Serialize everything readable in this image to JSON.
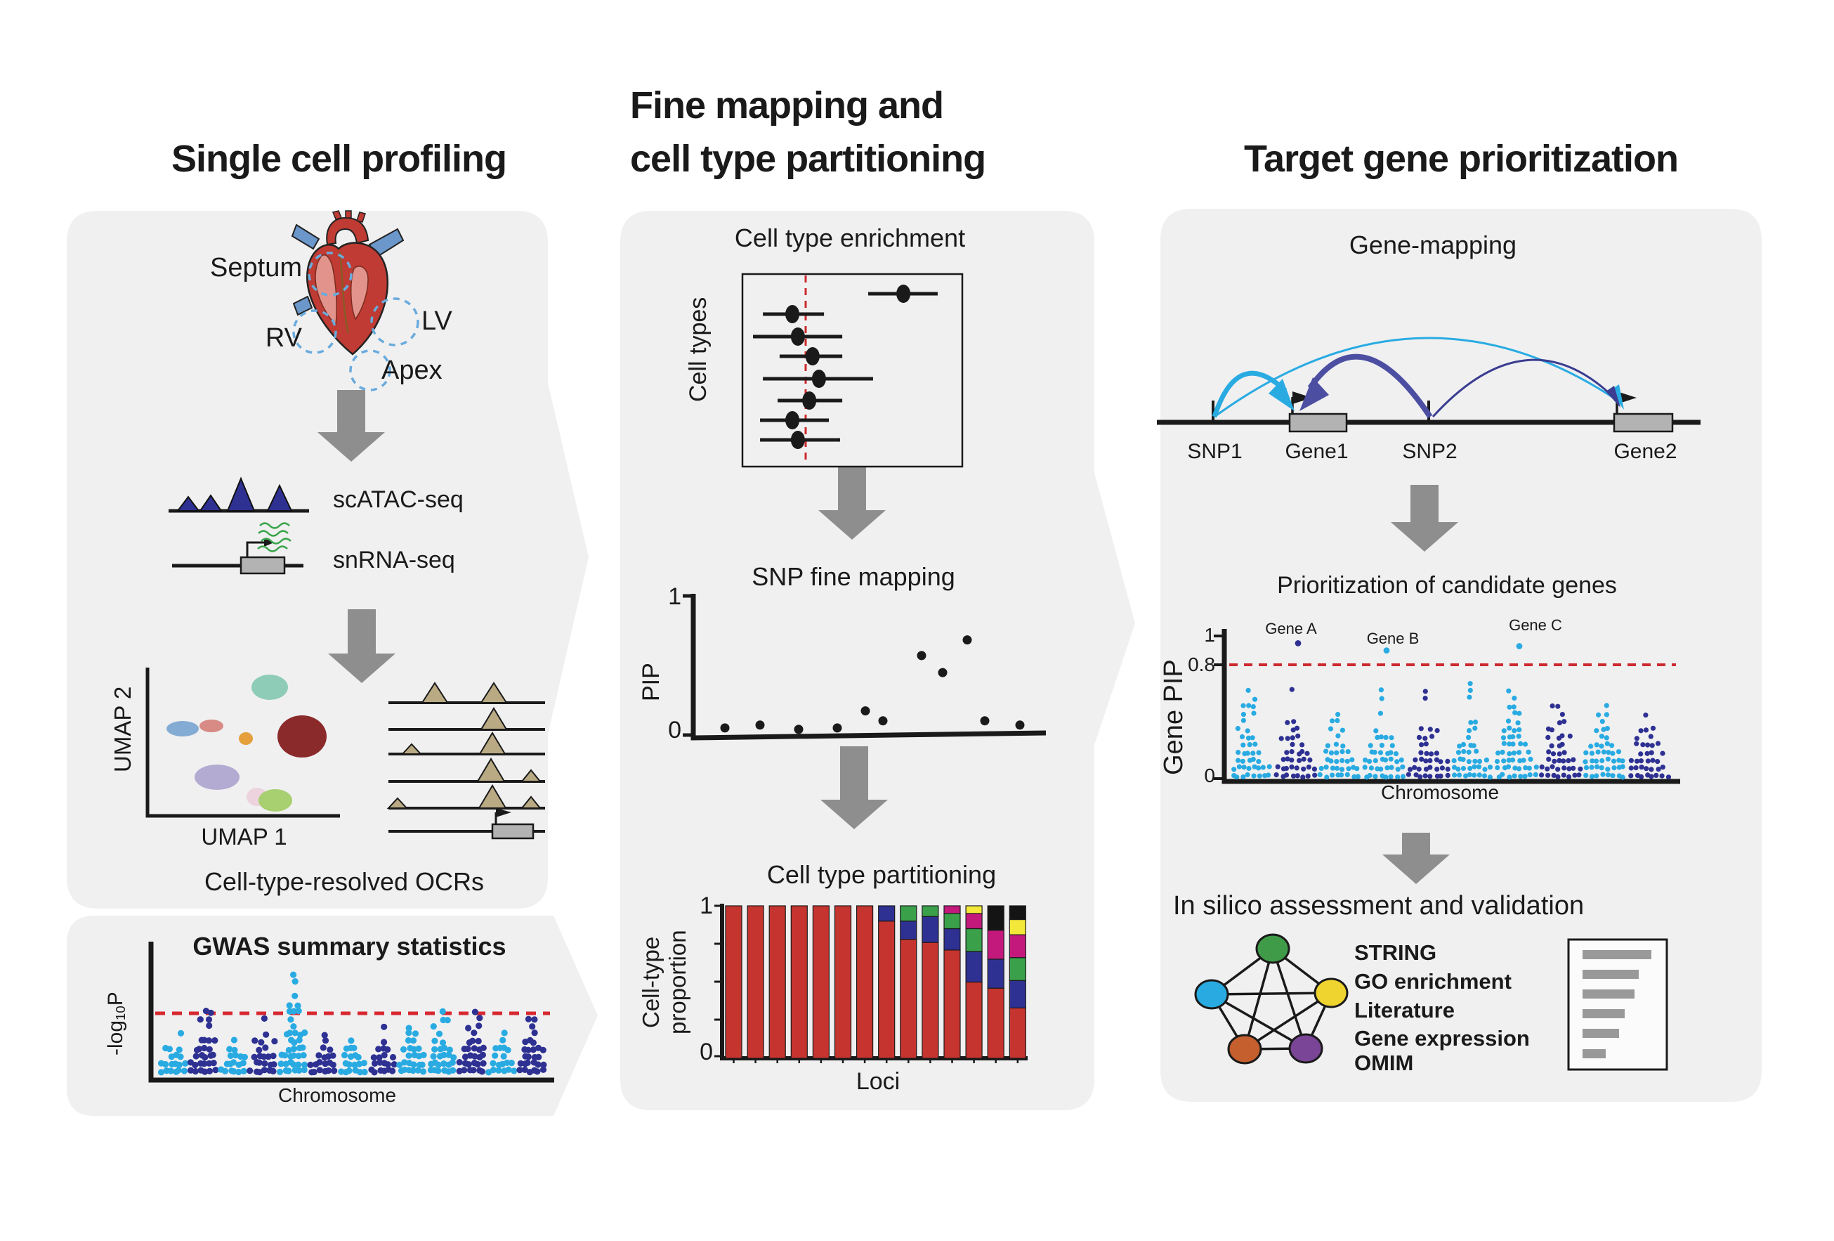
{
  "columns": {
    "left": {
      "title": "Single cell profiling"
    },
    "middle": {
      "title_line1": "Fine mapping and",
      "title_line2": "cell type partitioning"
    },
    "right": {
      "title": "Target gene prioritization"
    }
  },
  "left": {
    "heart": {
      "septum": "Septum",
      "rv": "RV",
      "lv": "LV",
      "apex": "Apex"
    },
    "assays": {
      "scatac": "scATAC-seq",
      "snrna": "snRNA-seq"
    },
    "umap": {
      "xlabel": "UMAP 1",
      "ylabel": "UMAP 2"
    },
    "caption": "Cell-type-resolved OCRs"
  },
  "gwas": {
    "title": "GWAS summary statistics",
    "ylabel_pre": "-log",
    "ylabel_sub": "10",
    "ylabel_post": "P",
    "xlabel": "Chromosome"
  },
  "middle": {
    "enrichment": {
      "title": "Cell type enrichment",
      "ylabel": "Cell types"
    },
    "snp": {
      "title": "SNP fine mapping",
      "ylabel": "PIP",
      "tick_top": "1",
      "tick_bottom": "0"
    },
    "partition": {
      "title": "Cell type partitioning",
      "ylabel_line1": "Cell-type",
      "ylabel_line2": "proportion",
      "tick_top": "1",
      "tick_bottom": "0",
      "xlabel": "Loci"
    }
  },
  "right": {
    "gene_mapping": {
      "title": "Gene-mapping",
      "snp1": "SNP1",
      "gene1": "Gene1",
      "snp2": "SNP2",
      "gene2": "Gene2"
    },
    "prioritization": {
      "title": "Prioritization of candidate genes",
      "gene_a": "Gene A",
      "gene_b": "Gene B",
      "gene_c": "Gene C",
      "ylabel": "Gene PIP",
      "tick_1": "1",
      "tick_08": "0.8",
      "tick_0": "0",
      "xlabel": "Chromosome"
    },
    "insilico": {
      "title": "In silico assessment and validation",
      "items": [
        "STRING",
        "GO enrichment",
        "Literature",
        "Gene expression",
        "OMIM"
      ]
    }
  },
  "colors": {
    "panel_bg": "#f0f0f1",
    "cyan": "#29abe2",
    "navy": "#2e3192",
    "threshold_red": "#d7282f",
    "bar_red": "#c5342f",
    "bar_green": "#3aa04a",
    "bar_magenta": "#c3197d",
    "bar_yellow": "#f3e839",
    "bar_black": "#141414",
    "arrow_gray": "#8e8e8e",
    "node_green": "#3f9b48",
    "node_cyan": "#29abe2",
    "node_yellow": "#efd42f",
    "node_orange": "#c65f2e",
    "node_purple": "#7a4596"
  },
  "chart_data": [
    {
      "id": "gwas_manhattan",
      "type": "scatter",
      "title": "GWAS summary statistics",
      "xlabel": "Chromosome",
      "ylabel": "-log10P",
      "legend": "none",
      "grid": false,
      "threshold_line": "significance (red dashed)",
      "seed": 12,
      "blocks": [
        {
          "color": "cyan",
          "peak": 0.5
        },
        {
          "color": "navy",
          "peak": 0.85
        },
        {
          "color": "cyan",
          "peak": 0.45
        },
        {
          "color": "navy",
          "peak": 0.55
        },
        {
          "color": "cyan",
          "peak": 1.0
        },
        {
          "color": "navy",
          "peak": 0.45
        },
        {
          "color": "cyan",
          "peak": 0.5
        },
        {
          "color": "navy",
          "peak": 0.5
        },
        {
          "color": "cyan",
          "peak": 0.55
        },
        {
          "color": "cyan",
          "peak": 0.8
        },
        {
          "color": "navy",
          "peak": 0.78
        },
        {
          "color": "cyan",
          "peak": 0.5
        },
        {
          "color": "navy",
          "peak": 0.62
        }
      ]
    },
    {
      "id": "cell_type_enrichment_forest",
      "type": "scatter",
      "title": "Cell type enrichment",
      "ylabel": "Cell types",
      "note": "forest plot, 8 cell types, dashed red null line at x=0.29 of axis",
      "dashed_x": 0.287,
      "rows": [
        {
          "lo": 0.572,
          "mid": 0.732,
          "hi": 0.888
        },
        {
          "lo": 0.093,
          "mid": 0.227,
          "hi": 0.371
        },
        {
          "lo": 0.048,
          "mid": 0.252,
          "hi": 0.454
        },
        {
          "lo": 0.169,
          "mid": 0.319,
          "hi": 0.454
        },
        {
          "lo": 0.093,
          "mid": 0.348,
          "hi": 0.594
        },
        {
          "lo": 0.16,
          "mid": 0.304,
          "hi": 0.454
        },
        {
          "lo": 0.08,
          "mid": 0.227,
          "hi": 0.393
        },
        {
          "lo": 0.08,
          "mid": 0.252,
          "hi": 0.444
        }
      ]
    },
    {
      "id": "snp_fine_mapping",
      "type": "scatter",
      "title": "SNP fine mapping",
      "ylabel": "PIP",
      "ylim": [
        0,
        1
      ],
      "points": [
        {
          "x": 0.09,
          "pip": 0.06
        },
        {
          "x": 0.19,
          "pip": 0.08
        },
        {
          "x": 0.3,
          "pip": 0.05
        },
        {
          "x": 0.41,
          "pip": 0.06
        },
        {
          "x": 0.49,
          "pip": 0.18
        },
        {
          "x": 0.54,
          "pip": 0.11
        },
        {
          "x": 0.65,
          "pip": 0.57
        },
        {
          "x": 0.71,
          "pip": 0.45
        },
        {
          "x": 0.78,
          "pip": 0.68
        },
        {
          "x": 0.83,
          "pip": 0.11
        },
        {
          "x": 0.93,
          "pip": 0.08
        }
      ]
    },
    {
      "id": "cell_type_partitioning",
      "type": "bar",
      "title": "Cell type partitioning",
      "xlabel": "Loci",
      "ylabel": "Cell-type proportion",
      "ylim": [
        0,
        1
      ],
      "stacked": true,
      "segment_colors": [
        "#c5342f",
        "#2e3192",
        "#3aa04a",
        "#c3197d",
        "#f3e839",
        "#141414"
      ],
      "segment_order": [
        "red",
        "navy",
        "green",
        "magenta",
        "yellow",
        "black"
      ],
      "stacks": [
        [
          1,
          0,
          0,
          0,
          0,
          0
        ],
        [
          1,
          0,
          0,
          0,
          0,
          0
        ],
        [
          1,
          0,
          0,
          0,
          0,
          0
        ],
        [
          1,
          0,
          0,
          0,
          0,
          0
        ],
        [
          1,
          0,
          0,
          0,
          0,
          0
        ],
        [
          1,
          0,
          0,
          0,
          0,
          0
        ],
        [
          1,
          0,
          0,
          0,
          0,
          0
        ],
        [
          0.9,
          0.1,
          0,
          0,
          0,
          0
        ],
        [
          0.78,
          0.12,
          0.1,
          0,
          0,
          0
        ],
        [
          0.76,
          0.17,
          0.07,
          0,
          0,
          0
        ],
        [
          0.71,
          0.14,
          0.1,
          0.05,
          0,
          0
        ],
        [
          0.5,
          0.2,
          0.15,
          0.1,
          0.05,
          0
        ],
        [
          0.46,
          0.19,
          0,
          0.19,
          0,
          0.16
        ],
        [
          0.33,
          0.18,
          0.15,
          0.15,
          0.1,
          0.09
        ]
      ]
    },
    {
      "id": "gene_pip_manhattan",
      "type": "scatter",
      "title": "Prioritization of candidate genes",
      "xlabel": "Chromosome",
      "ylabel": "Gene PIP",
      "ylim": [
        0,
        1
      ],
      "threshold": 0.8,
      "seed": 7,
      "blocks": [
        {
          "color": "cyan",
          "peak": 0.7
        },
        {
          "color": "navy",
          "peak": 0.72,
          "gene": "Gene A",
          "pip": 0.93
        },
        {
          "color": "cyan",
          "peak": 0.58
        },
        {
          "color": "cyan",
          "peak": 0.62,
          "gene": "Gene B",
          "pip": 0.88
        },
        {
          "color": "navy",
          "peak": 0.62
        },
        {
          "color": "cyan",
          "peak": 0.7
        },
        {
          "color": "cyan",
          "peak": 0.68,
          "gene": "Gene C",
          "pip": 0.91
        },
        {
          "color": "navy",
          "peak": 0.6
        },
        {
          "color": "cyan",
          "peak": 0.73
        },
        {
          "color": "navy",
          "peak": 0.55
        }
      ]
    }
  ]
}
